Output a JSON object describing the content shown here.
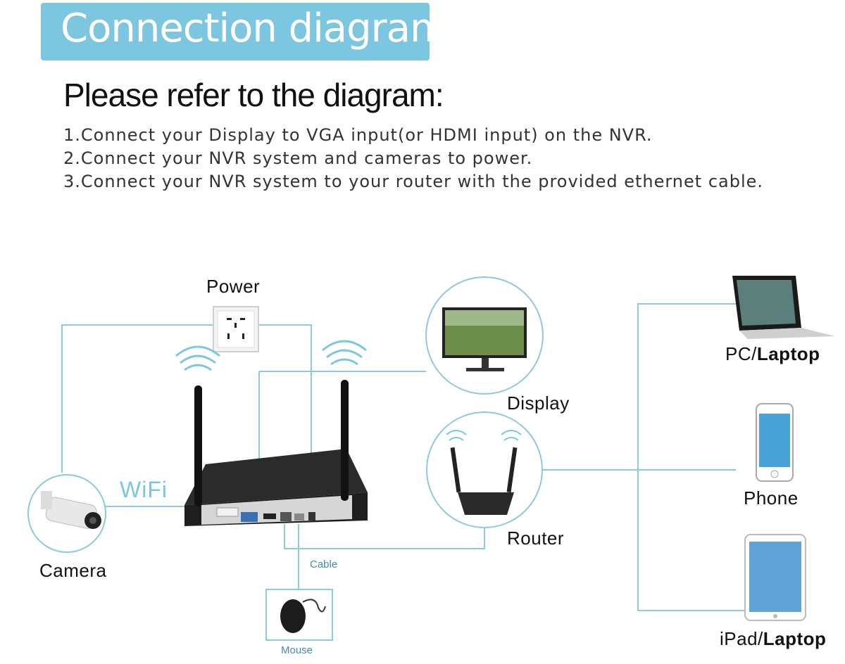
{
  "header": {
    "title": "Connection diagram",
    "subtitle": "Please refer to the diagram:"
  },
  "steps": [
    "1.Connect your Display to VGA input(or HDMI input) on the NVR.",
    "2.Connect your NVR system and cameras to power.",
    "3.Connect your NVR system to your router with the provided ethernet cable."
  ],
  "labels": {
    "power": "Power",
    "display": "Display",
    "router": "Router",
    "camera": "Camera",
    "wifi": "WiFi",
    "cable": "Cable",
    "mouse": "Mouse",
    "pc_prefix": "PC/",
    "pc_bold": "Laptop",
    "phone": "Phone",
    "ipad_prefix": "iPad/",
    "ipad_bold": "Laptop"
  },
  "colors": {
    "banner": "#7cc7df",
    "connector": "#8ccbd9",
    "wifi_text": "#7cc7df"
  }
}
